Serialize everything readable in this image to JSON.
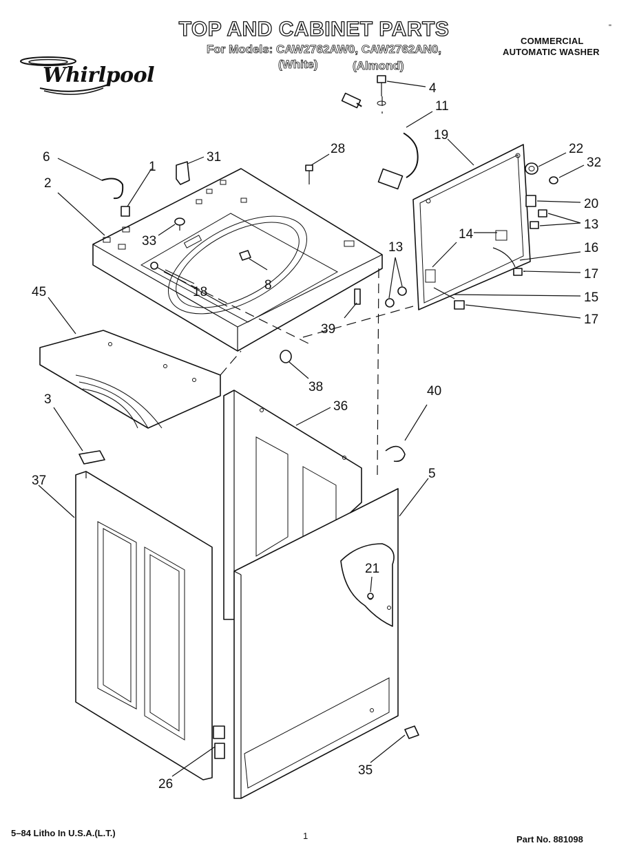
{
  "header": {
    "title": "TOP AND CABINET PARTS",
    "models_line": "For Models: CAW2762AW0, CAW2762AN0,",
    "variant_white": "(White)",
    "variant_almond": "(Almond)",
    "product_line1": "COMMERCIAL",
    "product_line2": "AUTOMATIC WASHER",
    "corner_mark": "\""
  },
  "brand": {
    "name": "Whirlpool",
    "icon": "whirlpool-swirl-logo"
  },
  "callouts": [
    {
      "id": "c4",
      "label": "4"
    },
    {
      "id": "c11",
      "label": "11"
    },
    {
      "id": "c19",
      "label": "19"
    },
    {
      "id": "c22",
      "label": "22"
    },
    {
      "id": "c32",
      "label": "32"
    },
    {
      "id": "c20",
      "label": "20"
    },
    {
      "id": "c13a",
      "label": "13"
    },
    {
      "id": "c16",
      "label": "16"
    },
    {
      "id": "c17a",
      "label": "17"
    },
    {
      "id": "c15",
      "label": "15"
    },
    {
      "id": "c17b",
      "label": "17"
    },
    {
      "id": "c14",
      "label": "14"
    },
    {
      "id": "c13b",
      "label": "13"
    },
    {
      "id": "c6",
      "label": "6"
    },
    {
      "id": "c1",
      "label": "1"
    },
    {
      "id": "c31",
      "label": "31"
    },
    {
      "id": "c28",
      "label": "28"
    },
    {
      "id": "c2",
      "label": "2"
    },
    {
      "id": "c33",
      "label": "33"
    },
    {
      "id": "c8",
      "label": "8"
    },
    {
      "id": "c18",
      "label": "18"
    },
    {
      "id": "c39",
      "label": "39"
    },
    {
      "id": "c45",
      "label": "45"
    },
    {
      "id": "c38",
      "label": "38"
    },
    {
      "id": "c40",
      "label": "40"
    },
    {
      "id": "c36",
      "label": "36"
    },
    {
      "id": "c3",
      "label": "3"
    },
    {
      "id": "c5",
      "label": "5"
    },
    {
      "id": "c37",
      "label": "37"
    },
    {
      "id": "c21",
      "label": "21"
    },
    {
      "id": "c26",
      "label": "26"
    },
    {
      "id": "c35",
      "label": "35"
    }
  ],
  "footer": {
    "litho": "5–84 Litho In U.S.A.(L.T.)",
    "page": "1",
    "part_no": "Part No. 881098"
  }
}
